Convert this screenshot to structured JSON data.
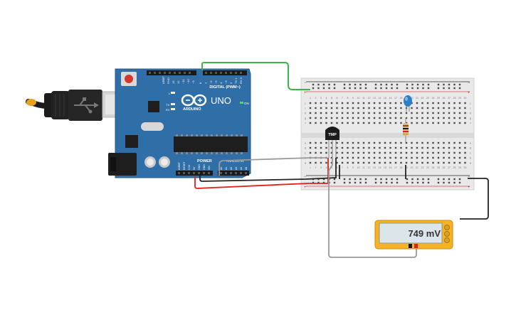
{
  "arduino": {
    "digital_label": "DIGITAL (PWM~)",
    "model_name": "UNO",
    "brand": "ARDUINO",
    "on_label": "ON",
    "power_label": "POWER",
    "analog_label": "ANALOG IN",
    "aref_label": "AREF",
    "gnd_label": "GND",
    "led_l": "L",
    "led_tx": "TX",
    "led_rx": "RX",
    "power_pins": [
      "IOREF",
      "RESET",
      "3.3V",
      "5V",
      "GND",
      "GND",
      "VIN"
    ],
    "analog_pins": [
      "A0",
      "A1",
      "A2",
      "A3",
      "A4",
      "A5"
    ],
    "digital_pins": [
      "13",
      "12",
      "~11",
      "~10",
      "~9",
      "8",
      "7",
      "~6",
      "~5",
      "4",
      "~3",
      "2",
      "TX 1",
      "RX 0"
    ]
  },
  "sensor": {
    "label": "TMP"
  },
  "breadboard": {
    "columns": [
      "1",
      "2",
      "3",
      "4",
      "5",
      "6",
      "7",
      "8",
      "9",
      "10",
      "11",
      "12",
      "13",
      "14",
      "15",
      "16",
      "17",
      "18",
      "19",
      "20",
      "21",
      "22",
      "23",
      "24",
      "25",
      "26",
      "27",
      "28",
      "29",
      "30"
    ],
    "rows_top": [
      "j",
      "i",
      "h",
      "g",
      "f"
    ],
    "rows_bottom": [
      "e",
      "d",
      "c",
      "b",
      "a"
    ]
  },
  "multimeter": {
    "reading": "749 mV"
  },
  "colors": {
    "arduino_board": "#2f6ea6",
    "wire_green": "#3ab54a",
    "wire_red": "#e0201b",
    "wire_black": "#222222",
    "wire_gray": "#9a9a9a",
    "multimeter_body": "#f5b323",
    "led_blue": "#2a7fc9"
  }
}
